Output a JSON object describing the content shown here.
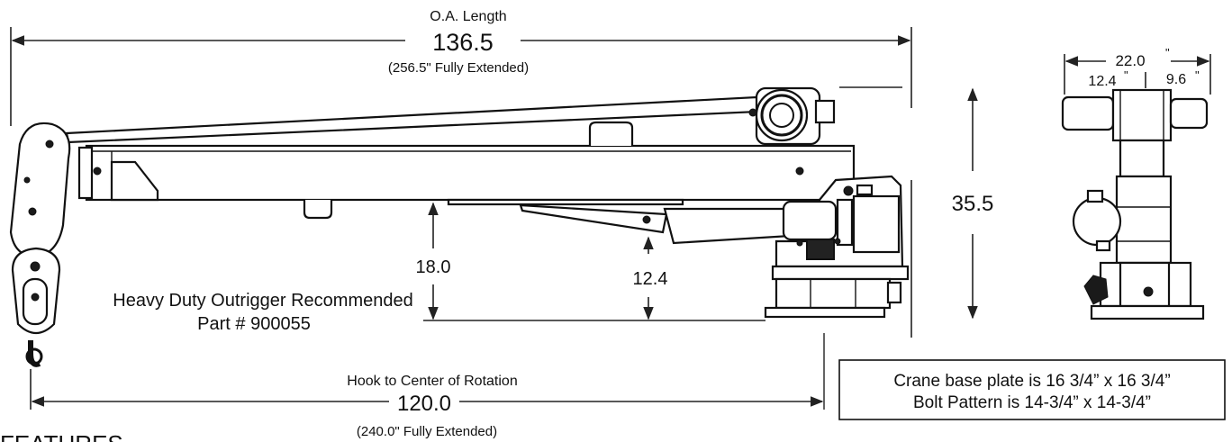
{
  "overall": {
    "caption": "O.A. Length",
    "value": "136.5",
    "extended": "(256.5\" Fully Extended)"
  },
  "hook": {
    "caption": "Hook to Center of Rotation",
    "value": "120.0",
    "extended": "(240.0\" Fully Extended)"
  },
  "heights": {
    "total": "35.5",
    "boom_clearance": "18.0",
    "cylinder_clearance": "12.4"
  },
  "note": {
    "line1": "Heavy Duty Outrigger Recommended",
    "line2": "Part # 900055"
  },
  "side_view": {
    "width": "22.0",
    "width_unit": "\"",
    "left": "12.4",
    "left_unit": "\"",
    "right": "9.6",
    "right_unit": "\""
  },
  "spec_box": {
    "line1": "Crane base plate is 16 3/4” x 16 3/4”",
    "line2": "Bolt Pattern is 14-3/4” x 14-3/4”"
  },
  "footer": {
    "heading": "FEATURES"
  }
}
